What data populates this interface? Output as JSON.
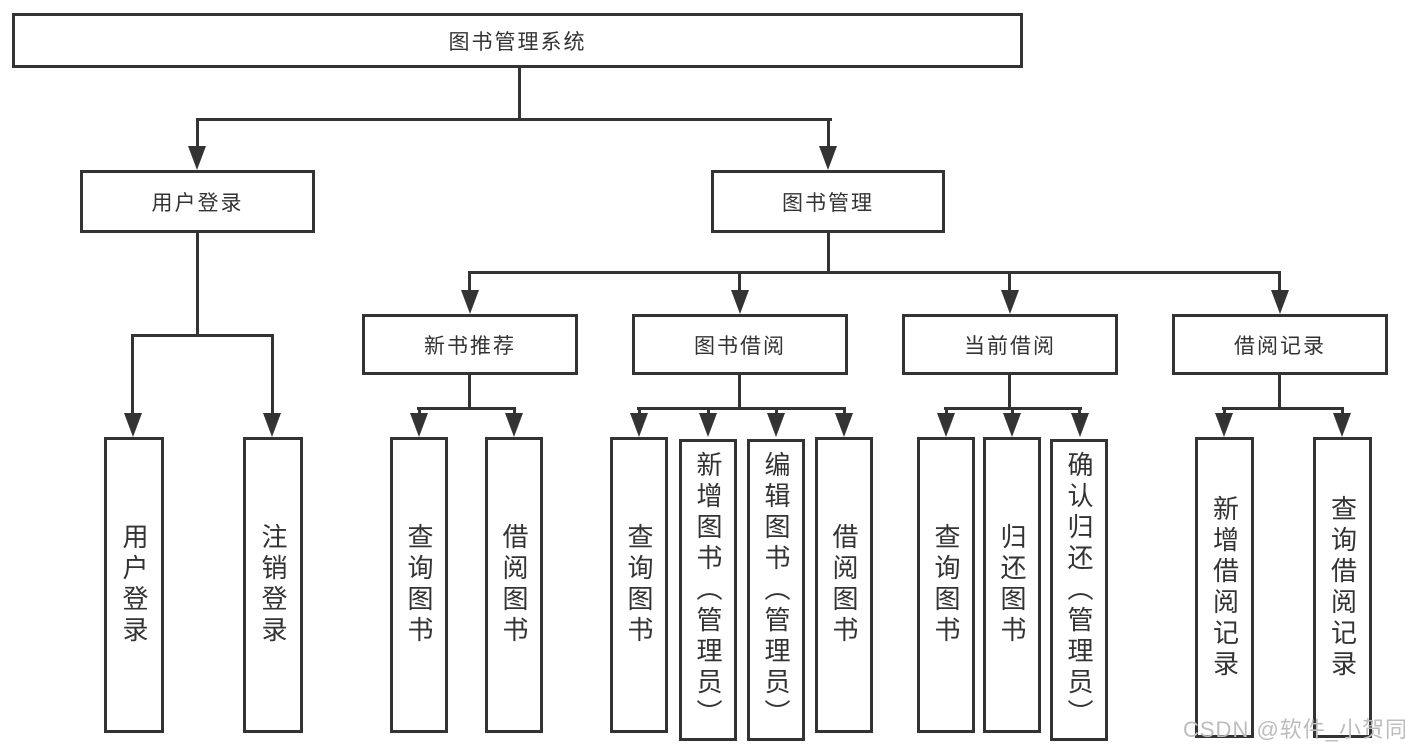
{
  "tree": {
    "label": "图书管理系统",
    "children": [
      {
        "label": "用户登录",
        "leaves": [
          "用户登录",
          "注销登录"
        ]
      },
      {
        "label": "图书管理",
        "children": [
          {
            "label": "新书推荐",
            "leaves": [
              "查询图书",
              "借阅图书"
            ]
          },
          {
            "label": "图书借阅",
            "leaves": [
              "查询图书",
              "新增图书（管理员）",
              "编辑图书（管理员）",
              "借阅图书"
            ]
          },
          {
            "label": "当前借阅",
            "leaves": [
              "查询图书",
              "归还图书",
              "确认归还（管理员）"
            ]
          },
          {
            "label": "借阅记录",
            "leaves": [
              "新增借阅记录",
              "查询借阅记录"
            ]
          }
        ]
      }
    ]
  },
  "watermark": {
    "text": "CSDN @软件_小贺同学"
  }
}
